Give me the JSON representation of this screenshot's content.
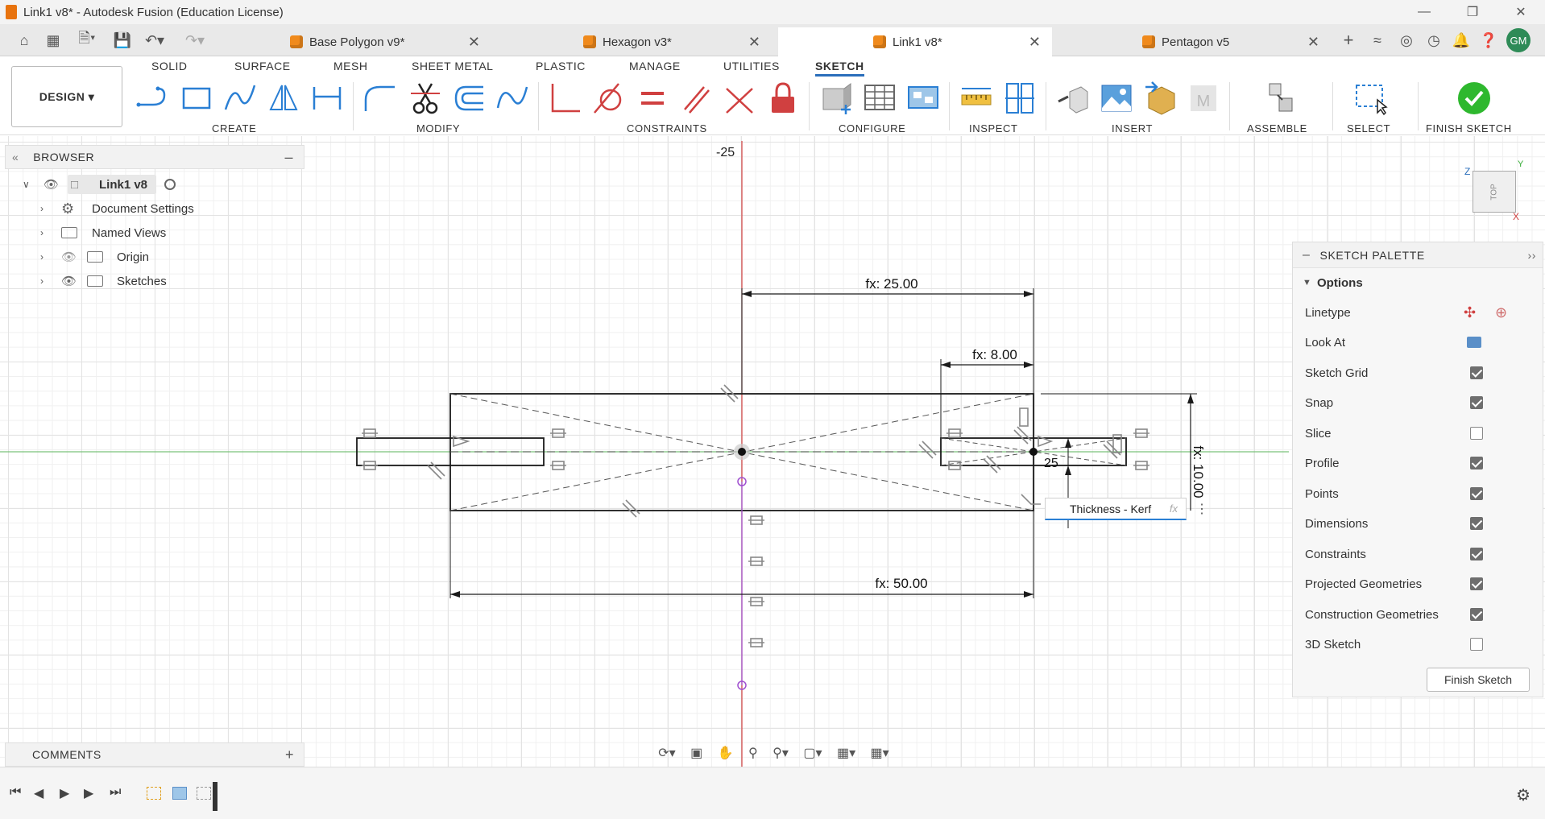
{
  "window": {
    "title": "Link1 v8* - Autodesk Fusion (Education License)"
  },
  "tabs": [
    {
      "label": "Base Polygon v9*"
    },
    {
      "label": "Hexagon v3*"
    },
    {
      "label": "Link1 v8*"
    },
    {
      "label": "Pentagon v5"
    }
  ],
  "user": {
    "initials": "GM"
  },
  "toolbar": {
    "design_label": "DESIGN",
    "workspace_tabs": [
      "SOLID",
      "SURFACE",
      "MESH",
      "SHEET METAL",
      "PLASTIC",
      "MANAGE",
      "UTILITIES",
      "SKETCH"
    ],
    "active_tab": "SKETCH",
    "groups": [
      "CREATE",
      "MODIFY",
      "CONSTRAINTS",
      "CONFIGURE",
      "INSPECT",
      "INSERT",
      "ASSEMBLE",
      "SELECT",
      "FINISH SKETCH"
    ]
  },
  "browser": {
    "title": "BROWSER",
    "root": "Link1 v8",
    "items": [
      "Document Settings",
      "Named Views",
      "Origin",
      "Sketches"
    ]
  },
  "comments": {
    "title": "COMMENTS"
  },
  "sketch": {
    "axis_label": "-25",
    "dim_top": "fx: 25.00",
    "dim_mid": "fx: 8.00",
    "dim_bottom": "fx: 50.00",
    "dim_right": "fx: 10.00",
    "dim_small": "25",
    "input_value": "Thickness - Kerf",
    "input_fx": "fx"
  },
  "viewcube": {
    "face": "TOP",
    "axis_z": "Z",
    "axis_x": "X",
    "axis_y": "Y"
  },
  "palette": {
    "title": "SKETCH PALETTE",
    "section": "Options",
    "rows": [
      {
        "label": "Linetype"
      },
      {
        "label": "Look At"
      },
      {
        "label": "Sketch Grid",
        "checked": true
      },
      {
        "label": "Snap",
        "checked": true
      },
      {
        "label": "Slice",
        "checked": false
      },
      {
        "label": "Profile",
        "checked": true
      },
      {
        "label": "Points",
        "checked": true
      },
      {
        "label": "Dimensions",
        "checked": true
      },
      {
        "label": "Constraints",
        "checked": true
      },
      {
        "label": "Projected Geometries",
        "checked": true
      },
      {
        "label": "Construction Geometries",
        "checked": true
      },
      {
        "label": "3D Sketch",
        "checked": false
      }
    ],
    "finish_label": "Finish Sketch"
  },
  "colors": {
    "accent": "#2a6ebb",
    "sketch_line": "#1a1a1a",
    "axis_red": "#d04040",
    "axis_green": "#7ac27a",
    "finish_green": "#2eb82e",
    "orange": "#f08a1c"
  }
}
